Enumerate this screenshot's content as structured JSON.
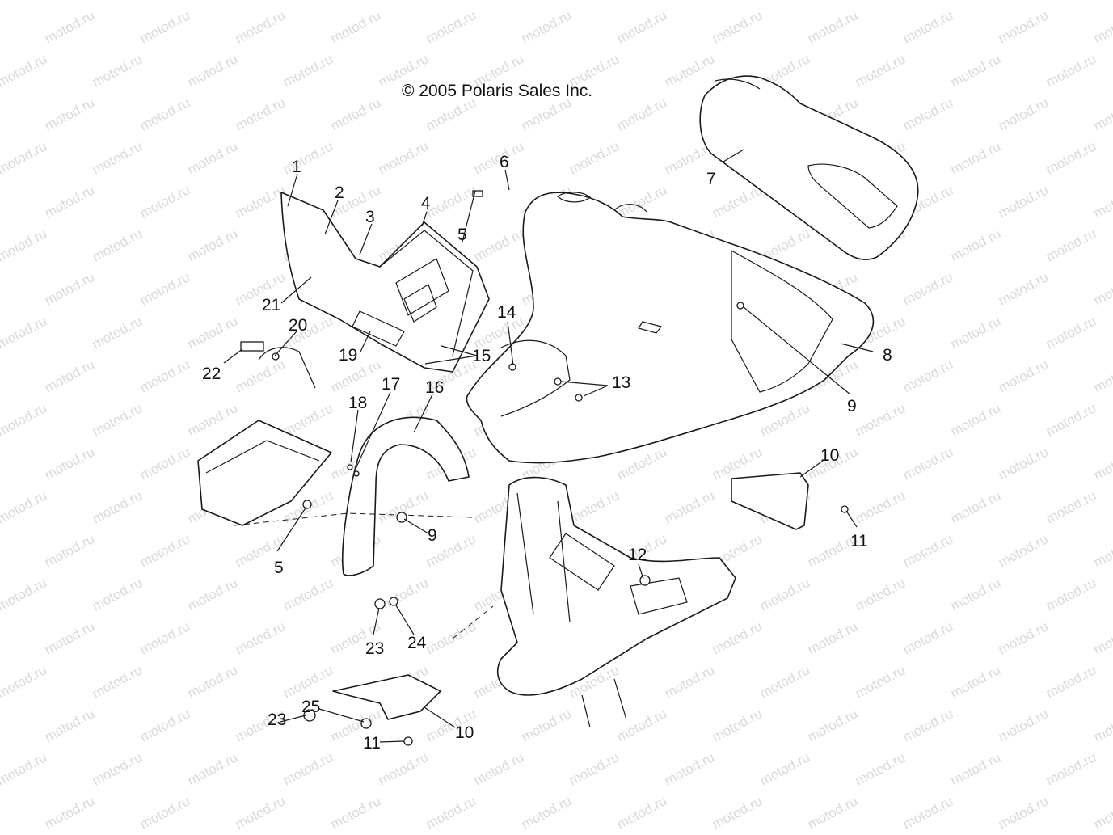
{
  "copyright": "© 2005 Polaris Sales Inc.",
  "watermark": "motod.ru",
  "colors": {
    "line": "#1a1a1a",
    "watermark": "#d9d9d9",
    "background": "#ffffff"
  },
  "callouts": [
    "1",
    "2",
    "3",
    "4",
    "5",
    "6",
    "7",
    "8",
    "9",
    "10",
    "11",
    "12",
    "13",
    "14",
    "15",
    "16",
    "17",
    "18",
    "19",
    "20",
    "21",
    "22",
    "23",
    "24",
    "25"
  ],
  "extra_callouts": {
    "5b": "5",
    "9b": "9",
    "10b": "10",
    "11b": "11",
    "23b": "23"
  }
}
